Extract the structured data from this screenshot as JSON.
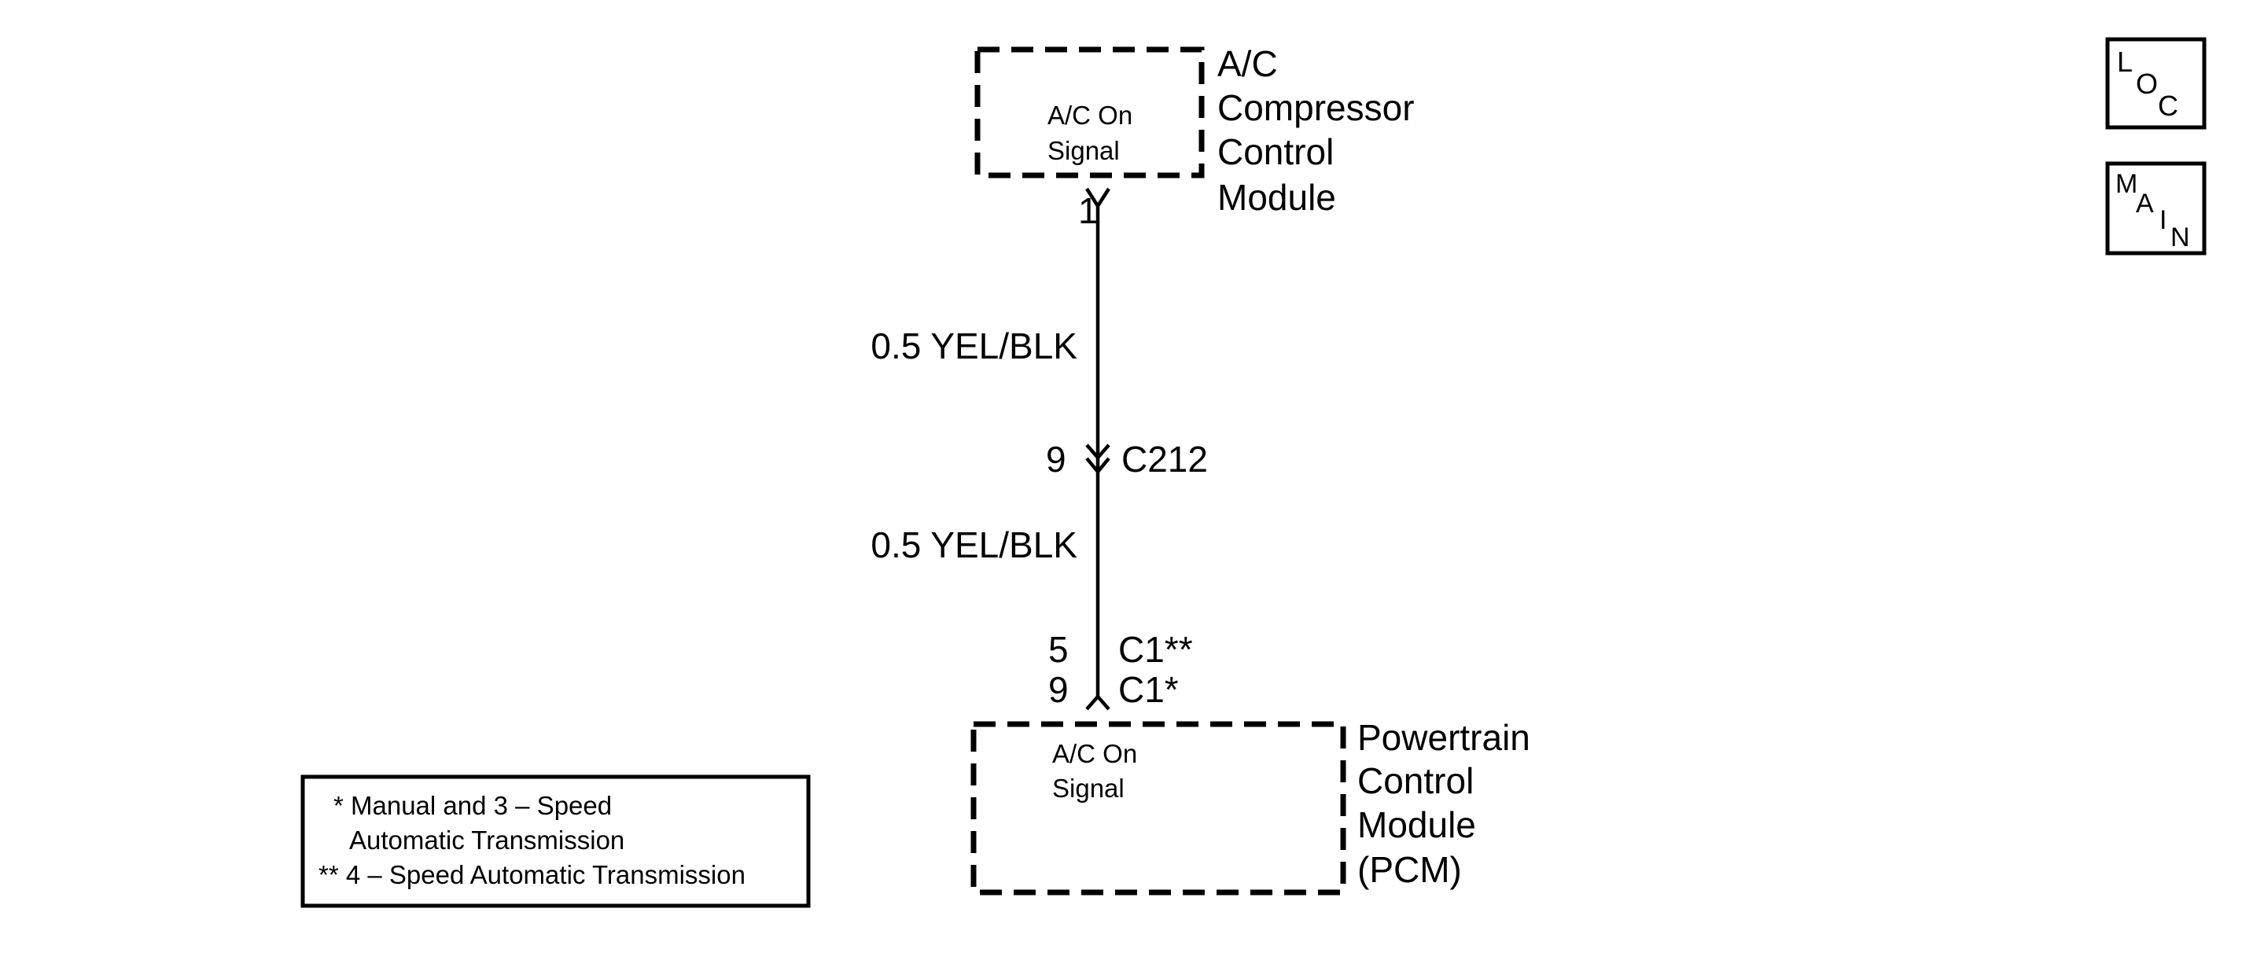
{
  "top_module": {
    "name_lines": [
      "A/C",
      "Compressor",
      "Control",
      "Module"
    ],
    "signal_lines": [
      "A/C On",
      "Signal"
    ],
    "pin": "1"
  },
  "wire_upper": {
    "label": "0.5 YEL/BLK"
  },
  "inline_connector": {
    "pin": "9",
    "name": "C212"
  },
  "wire_lower": {
    "label": "0.5 YEL/BLK"
  },
  "bottom_connector": {
    "rows": [
      {
        "pin": "5",
        "name": "C1**"
      },
      {
        "pin": "9",
        "name": "C1*"
      }
    ]
  },
  "bottom_module": {
    "name_lines": [
      "Powertrain",
      "Control",
      "Module",
      "(PCM)"
    ],
    "signal_lines": [
      "A/C On",
      "Signal"
    ]
  },
  "legend": {
    "lines": [
      "* Manual and 3 – Speed",
      "Automatic Transmission",
      "** 4 – Speed Automatic Transmission"
    ]
  },
  "nav": {
    "loc": {
      "letters": [
        "L",
        "O",
        "C"
      ]
    },
    "main": {
      "letters": [
        "M",
        "A",
        "I",
        "N"
      ]
    }
  }
}
